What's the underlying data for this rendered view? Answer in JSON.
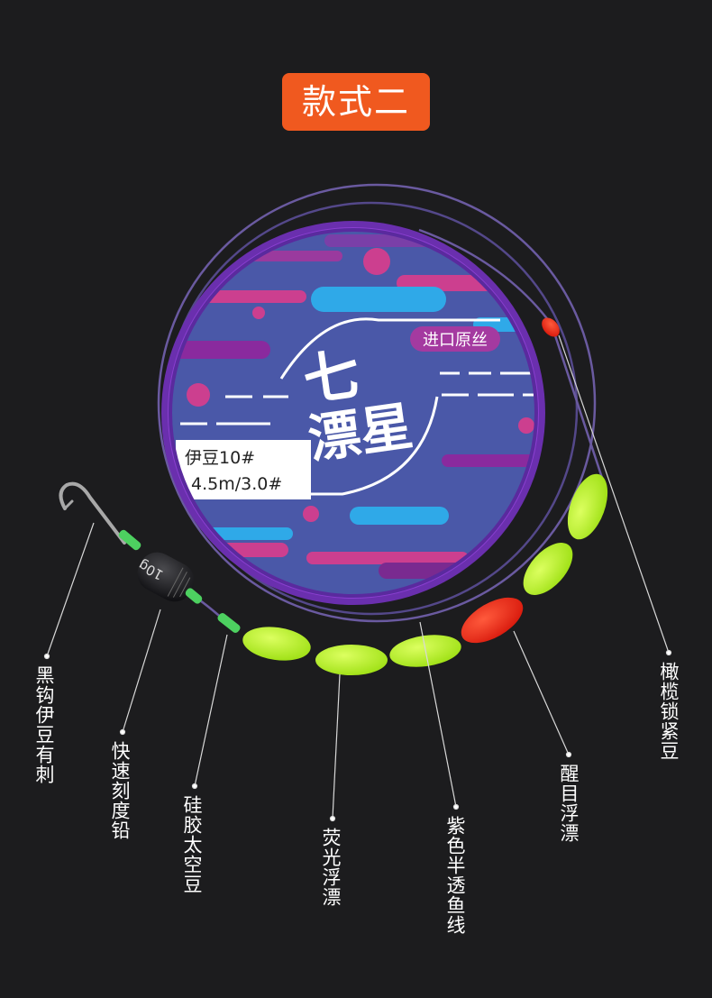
{
  "title": "款式二",
  "spool": {
    "tag": "进口原丝",
    "brand_line1": "七",
    "brand_line2": "漂星",
    "spec_line1": "伊豆10#",
    "spec_line2": "4.5m/3.0#"
  },
  "sinker": {
    "weight": "10g"
  },
  "labels": {
    "hook": "黑钩伊豆有刺",
    "sinker": "快速刻度铅",
    "silicone": "硅胶太空豆",
    "floats": "荧光浮漂",
    "line": "紫色半透鱼线",
    "red_float": "醒目浮漂",
    "stopper": "橄榄锁紧豆"
  },
  "colors": {
    "background": "#1c1c1e",
    "badge": "#f0591f",
    "float_green": "#b8f520",
    "float_red": "#ee2a1a",
    "spool_base": "#4a58a8",
    "spool_rim": "#6a2fae",
    "line": "#6a5aa0"
  }
}
